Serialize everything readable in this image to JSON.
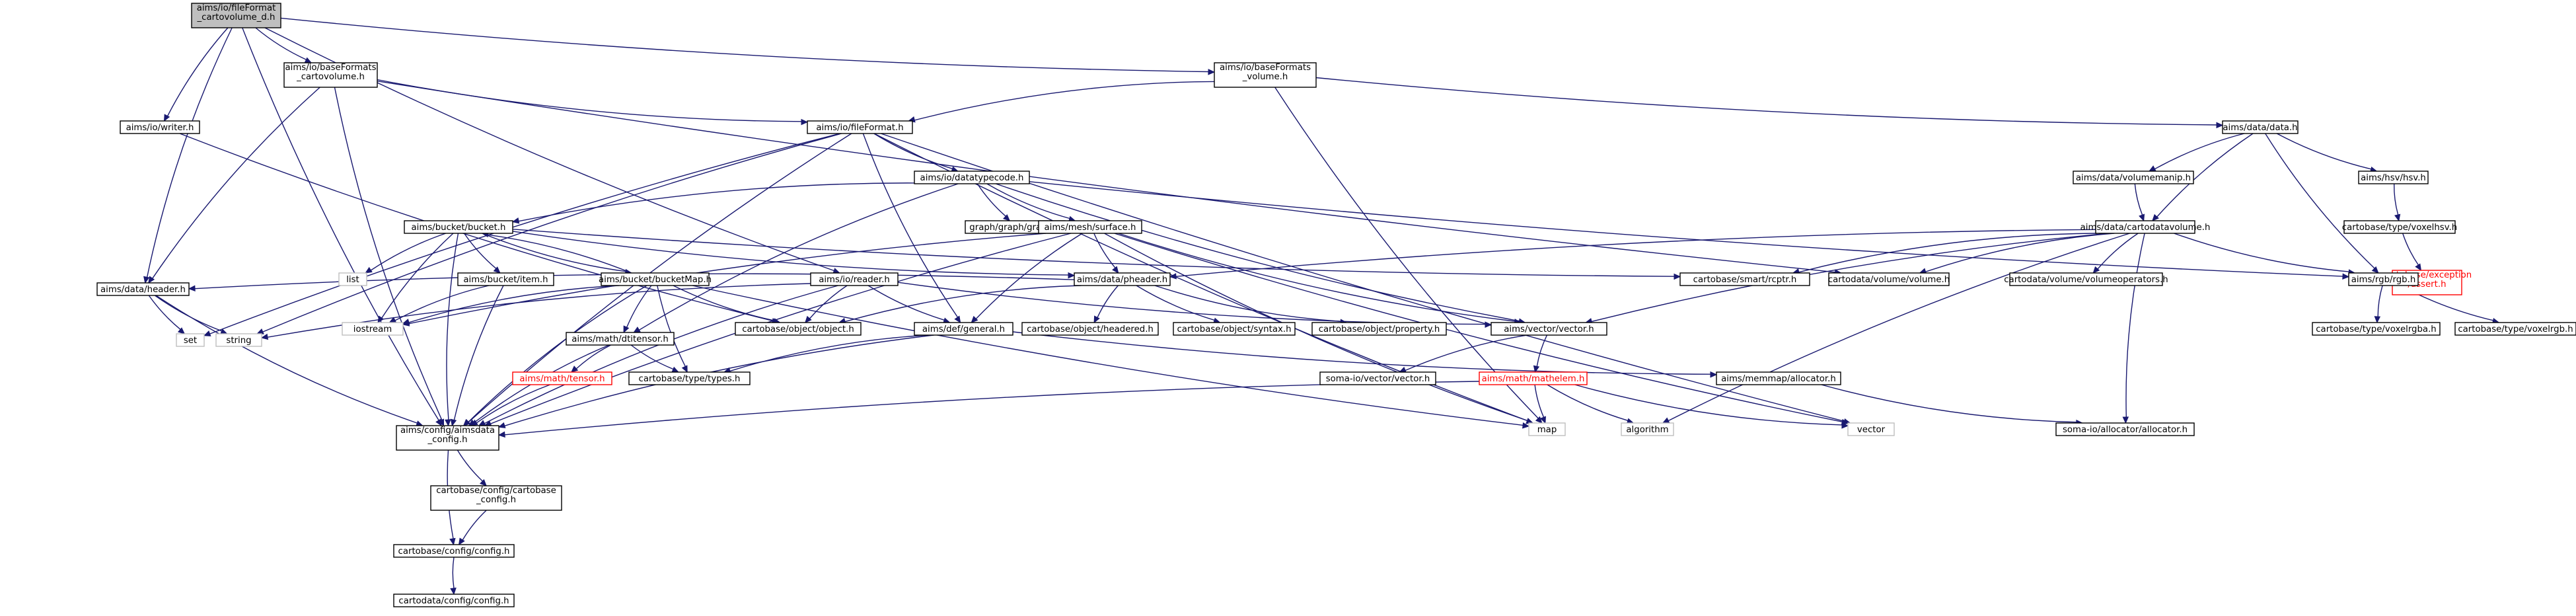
{
  "colors": {
    "edge": "#191970",
    "root_fill": "#bfbfbf",
    "node_border": "#000000",
    "external_border": "#bfbfbf",
    "truncated_border": "#ff0000"
  },
  "nodes": {
    "root": [
      "aims/io/fileFormat",
      "_cartovolume_d.h"
    ],
    "io_baseformats_cartovolume": [
      "aims/io/baseFormats",
      "_cartovolume.h"
    ],
    "io_writer": [
      "aims/io/writer.h"
    ],
    "io_baseformats_volume": [
      "aims/io/baseFormats",
      "_volume.h"
    ],
    "io_fileformat": [
      "aims/io/fileFormat.h"
    ],
    "data_data": [
      "aims/data/data.h"
    ],
    "io_datatypecode": [
      "aims/io/datatypecode.h"
    ],
    "data_volumemanip": [
      "aims/data/volumemanip.h"
    ],
    "hsv_hsv": [
      "aims/hsv/hsv.h"
    ],
    "bucket_bucket": [
      "aims/bucket/bucket.h"
    ],
    "graph_graph": [
      "graph/graph/graph.h"
    ],
    "mesh_surface": [
      "aims/mesh/surface.h"
    ],
    "data_cartodatavolume": [
      "aims/data/cartodatavolume.h"
    ],
    "type_voxelhsv": [
      "cartobase/type/voxelhsv.h"
    ],
    "exception_assert": [
      "cartobase/exception",
      "/assert.h"
    ],
    "list": [
      "list"
    ],
    "bucket_item": [
      "aims/bucket/item.h"
    ],
    "bucket_bucketmap": [
      "aims/bucket/bucketMap.h"
    ],
    "io_reader": [
      "aims/io/reader.h"
    ],
    "data_pheader": [
      "aims/data/pheader.h"
    ],
    "smart_rcptr": [
      "cartobase/smart/rcptr.h"
    ],
    "cartodata_volume": [
      "cartodata/volume/volume.h"
    ],
    "volumeoperators": [
      "cartodata/volume/volumeoperators.h"
    ],
    "rgb_rgb": [
      "aims/rgb/rgb.h"
    ],
    "data_header": [
      "aims/data/header.h"
    ],
    "iostream": [
      "iostream"
    ],
    "object_object": [
      "cartobase/object/object.h"
    ],
    "def_general": [
      "aims/def/general.h"
    ],
    "object_headered": [
      "cartobase/object/headered.h"
    ],
    "object_syntax": [
      "cartobase/object/syntax.h"
    ],
    "object_property": [
      "cartobase/object/property.h"
    ],
    "vector_vector": [
      "aims/vector/vector.h"
    ],
    "type_voxelrgba": [
      "cartobase/type/voxelrgba.h"
    ],
    "type_voxelrgb": [
      "cartobase/type/voxelrgb.h"
    ],
    "set": [
      "set"
    ],
    "string": [
      "string"
    ],
    "math_dtitensor": [
      "aims/math/dtitensor.h"
    ],
    "math_tensor": [
      "aims/math/tensor.h"
    ],
    "type_types": [
      "cartobase/type/types.h"
    ],
    "soma_vector": [
      "soma-io/vector/vector.h"
    ],
    "math_mathelem": [
      "aims/math/mathelem.h"
    ],
    "memmap_allocator": [
      "aims/memmap/allocator.h"
    ],
    "config_aimsdata": [
      "aims/config/aimsdata",
      "_config.h"
    ],
    "map": [
      "map"
    ],
    "algorithm": [
      "algorithm"
    ],
    "vector": [
      "vector"
    ],
    "soma_allocator": [
      "soma-io/allocator/allocator.h"
    ],
    "config_cartobase": [
      "cartobase/config/cartobase",
      "_config.h"
    ],
    "config_config": [
      "cartobase/config/config.h"
    ],
    "cartodata_config": [
      "cartodata/config/config.h"
    ]
  }
}
